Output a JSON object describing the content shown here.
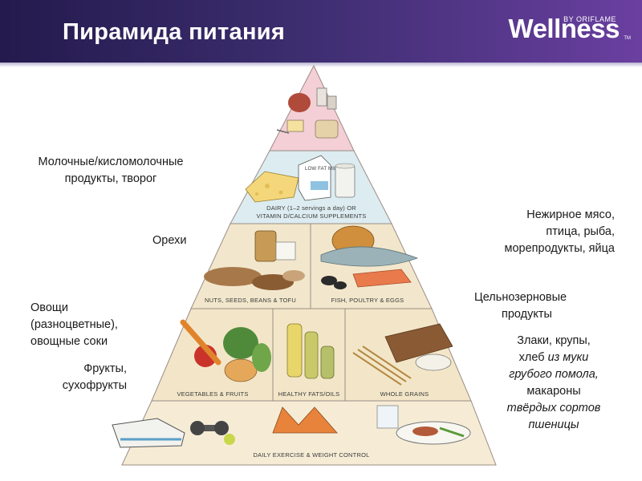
{
  "header": {
    "title": "Пирамида питания",
    "brand_word": "Wellness",
    "brand_by": "BY ORIFLAME",
    "brand_tm": "TM",
    "colors": {
      "bg_dark": "#241a4d",
      "bg_light": "#6a3fa0"
    }
  },
  "pyramid": {
    "tiers": [
      {
        "id": "top",
        "color": "#f4cfd6"
      },
      {
        "id": "dairy",
        "color": "#dcecf0",
        "label_line1": "DAIRY (1–2 servings a day) OR",
        "label_line2": "VITAMIN D/CALCIUM SUPPLEMENTS",
        "pack_text": "LOW FAT MILK"
      },
      {
        "id": "protein",
        "color": "#f2e7cc",
        "label_left": "NUTS, SEEDS, BEANS & TOFU",
        "label_right": "FISH, POULTRY & EGGS"
      },
      {
        "id": "plants",
        "color": "#f3e6c8",
        "label_left": "VEGETABLES & FRUITS",
        "label_mid": "HEALTHY FATS/OILS",
        "label_right": "WHOLE GRAINS"
      },
      {
        "id": "base",
        "color": "#f6ecd6",
        "label": "DAILY EXERCISE & WEIGHT CONTROL"
      }
    ]
  },
  "annotations": {
    "dairy": {
      "line1": "Молочные/кисломолочные",
      "line2": "продукты, творог"
    },
    "nuts": "Орехи",
    "meat": {
      "line1": "Нежирное мясо,",
      "line2": "птица, рыба,",
      "line3": "морепродукты, яйца"
    },
    "wholegrain": {
      "line1": "Цельнозерновые",
      "line2": "продукты"
    },
    "vegetables": {
      "line1": "Овощи",
      "line2": "(разноцветные),",
      "line3": "овощные соки"
    },
    "fruits": {
      "line1": "Фрукты,",
      "line2": "сухофрукты"
    },
    "grains": {
      "line1": "Злаки, крупы,",
      "line2_a": "хлеб ",
      "line2_b": "из муки",
      "line3": "грубого помола,",
      "line4": "макароны",
      "line5": "твёрдых сортов",
      "line6": "пшеницы"
    }
  }
}
